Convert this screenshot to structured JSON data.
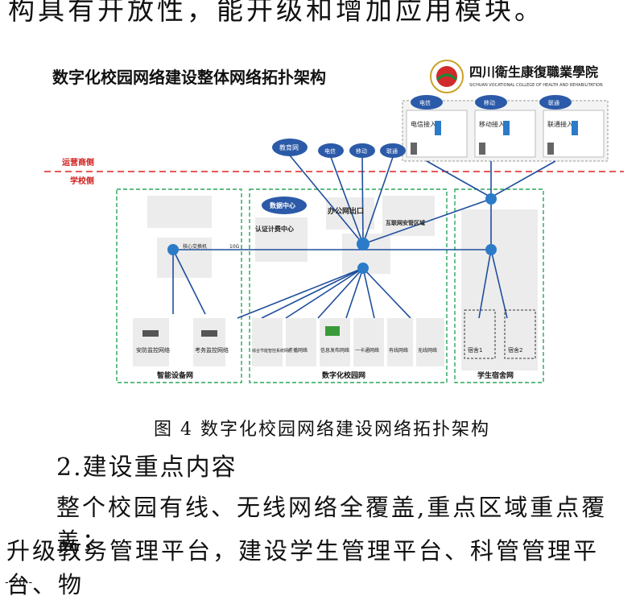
{
  "top_line": "构具有开放性，能开级和增加应用模块。",
  "figure": {
    "title": "数字化校园网络建设整体网络拓扑架构",
    "logo_name": "四川衛生康復職業學院",
    "logo_subtitle": "SICHUAN VOCATIONAL COLLEGE OF HEALTH AND REHABILITATION",
    "labels": {
      "operator_side": "运营商侧",
      "school_side": "学校侧",
      "telecom": "电信",
      "mobile": "移动",
      "unicom": "联通",
      "telecom_access": "电信接入",
      "mobile_access": "移动接入",
      "unicom_access": "联通接入",
      "edu_net": "教育网",
      "data_center": "数据中心",
      "auth_center": "认证计费中心",
      "office_exit": "办公网出口",
      "internet_zone": "互联网安管区域",
      "smart_net": "智能设备网",
      "campus_net": "数字化校园网",
      "dorm_net": "学生宿舍网",
      "security_net": "安防监控网络",
      "attendance_net": "考务监控网络",
      "energy_net": "综合节能智控系统网络",
      "broadcast_net": "广播网络",
      "info_net": "信息发布网络",
      "card_net": "一卡通网络",
      "wired_net": "有线网络",
      "wireless_net": "无线网络",
      "dorm1": "宿舍1",
      "dorm2": "宿舍2",
      "core_switch": "核心交换机",
      "link_10g": "10G"
    }
  },
  "caption": "图 4 数字化校园网络建设网络拓扑架构",
  "section_heading": "2.建设重点内容",
  "para1": "整个校园有线、无线网络全覆盖,重点区域重点覆盖；",
  "para2": "升级教务管理平台，建设学生管理平台、科管管理平台、物",
  "page_number": "- 20 -"
}
